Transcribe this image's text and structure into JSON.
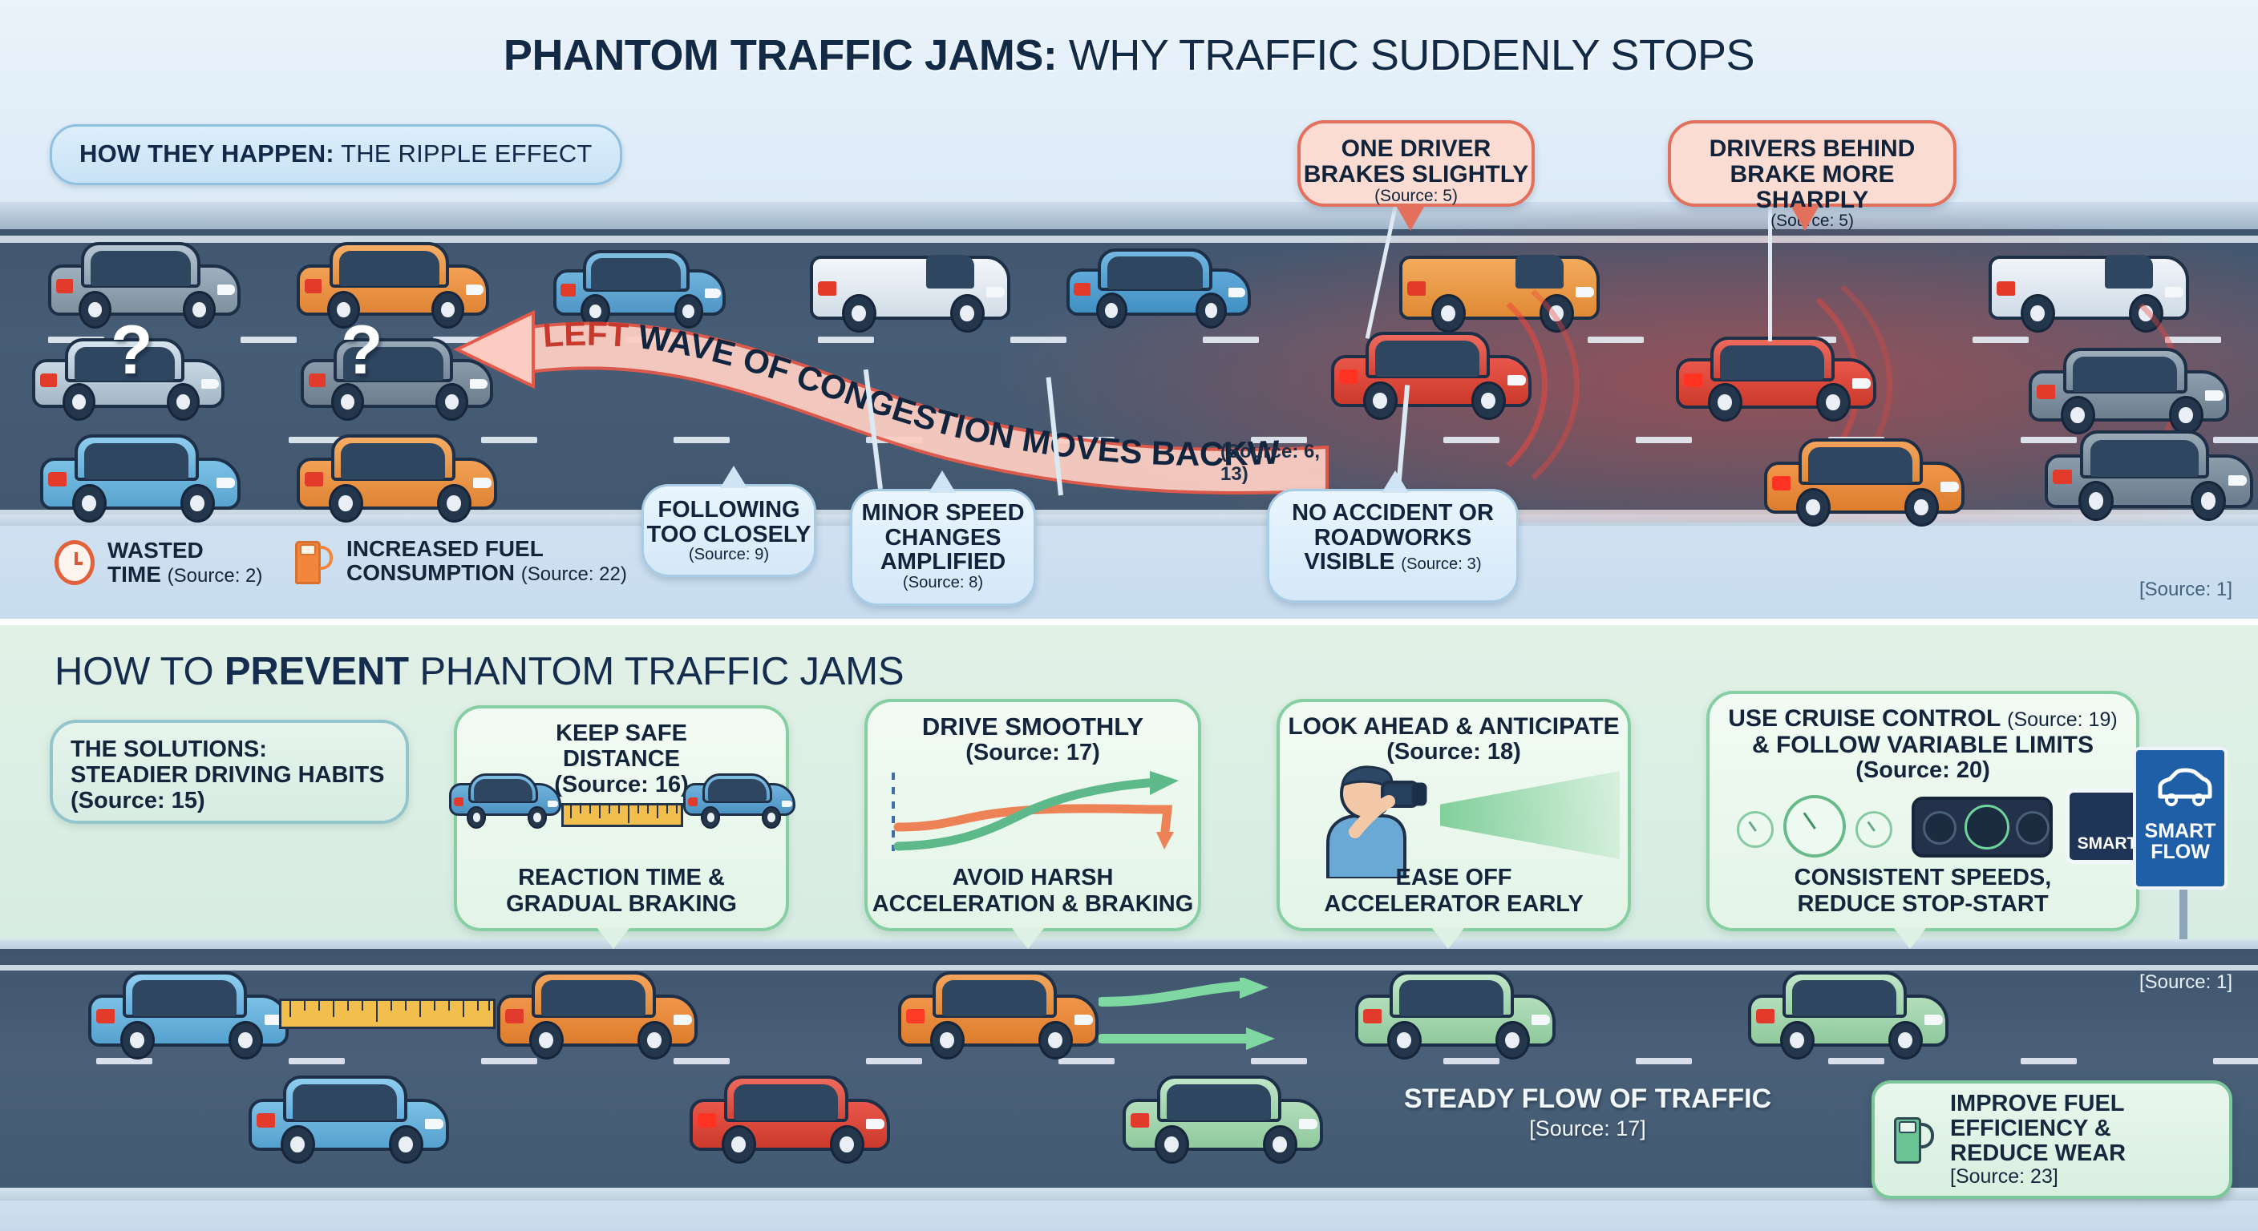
{
  "title": {
    "bold": "PHANTOM TRAFFIC JAMS:",
    "rest": " WHY TRAFFIC SUDDENLY STOPS"
  },
  "top": {
    "badge": {
      "bold": "HOW THEY HAPPEN:",
      "light": " THE RIPPLE EFFECT"
    },
    "wave_banner": {
      "direction": "LEFT",
      "text": "WAVE OF CONGESTION MOVES BACKWARDS",
      "source": "(Source: 6, 13)"
    },
    "question_marks": [
      "?",
      "?"
    ],
    "callouts_red": [
      {
        "line1": "ONE DRIVER",
        "line2": "BRAKES SLIGHTLY",
        "source": "(Source: 5)"
      },
      {
        "line1": "DRIVERS BEHIND",
        "line2": "BRAKE MORE SHARPLY",
        "source": "(Source: 5)"
      }
    ],
    "callouts_blue": [
      {
        "line1": "FOLLOWING",
        "line2": "TOO CLOSELY",
        "source": "(Source: 9)"
      },
      {
        "line1": "MINOR SPEED",
        "line2": "CHANGES",
        "line3": "AMPLIFIED",
        "source": "(Source: 8)"
      },
      {
        "line1": "NO ACCIDENT OR",
        "line2": "ROADWORKS",
        "line3": "VISIBLE",
        "source": "(Source: 3)"
      }
    ],
    "legend": [
      {
        "icon": "clock-icon",
        "line1": "WASTED",
        "line2": "TIME",
        "source": "(Source: 2)"
      },
      {
        "icon": "fuel-pump-icon",
        "line1": "INCREASED FUEL",
        "line2": "CONSUMPTION",
        "source": "(Source: 22)"
      }
    ],
    "corner_source": "[Source: 1]"
  },
  "bottom": {
    "heading": {
      "pre": "HOW TO ",
      "bold": "PREVENT",
      "post": " PHANTOM TRAFFIC JAMS"
    },
    "cards": [
      {
        "top_line1": "THE SOLUTIONS:",
        "top_line2": "STEADIER DRIVING HABITS",
        "source": "(Source: 15)",
        "bottom_line1": "",
        "bottom_line2": ""
      },
      {
        "top_line1": "KEEP SAFE",
        "top_line2": "DISTANCE",
        "source": "(Source: 16)",
        "bottom_line1": "REACTION TIME &",
        "bottom_line2": "GRADUAL BRAKING"
      },
      {
        "top_line1": "DRIVE SMOOTHLY",
        "top_line2": "",
        "source": "(Source: 17)",
        "bottom_line1": "AVOID HARSH",
        "bottom_line2": "ACCELERATION & BRAKING"
      },
      {
        "top_line1": "LOOK AHEAD & ANTICIPATE",
        "top_line2": "",
        "source": "(Source: 18)",
        "bottom_line1": "EASE OFF",
        "bottom_line2": "ACCELERATOR EARLY"
      },
      {
        "top_line1": "USE CRUISE CONTROL",
        "source1": "(Source: 19)",
        "top_line2": "& FOLLOW VARIABLE LIMITS",
        "source": "(Source: 20)",
        "bottom_line1": "CONSISTENT SPEEDS,",
        "bottom_line2": "REDUCE STOP-START"
      }
    ],
    "smart_sign_label": "SMART",
    "road_sign": {
      "line1": "SMART",
      "line2": "FLOW"
    },
    "steady_flow": {
      "text": "STEADY FLOW OF TRAFFIC",
      "source": "[Source: 17]"
    },
    "fuel_card": {
      "icon": "fuel-pump-icon",
      "line1": "IMPROVE FUEL",
      "line2": "EFFICIENCY &",
      "line3": "REDUCE WEAR",
      "source": "[Source: 23]"
    },
    "corner_source": "[Source: 1]"
  },
  "colors": {
    "title_navy": "#122a45",
    "red_accent": "#e2705c",
    "blue_bubble": "#a8cce6",
    "green_card": "#86cfa2",
    "road": "#45596f",
    "orange_car": "#f0913f",
    "blue_car": "#5ba9d6",
    "red_car": "#e0483a",
    "green_car": "#a8d8ad"
  }
}
